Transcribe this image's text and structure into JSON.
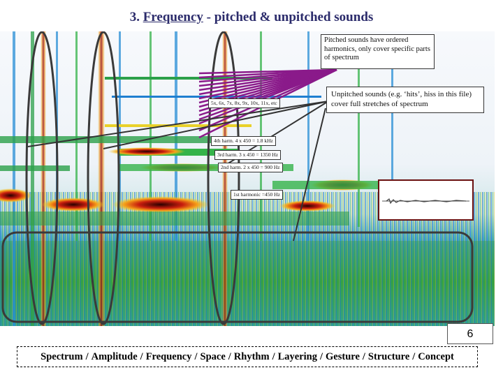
{
  "slide": {
    "title_number": "3.",
    "title_link": "Frequency",
    "title_rest": "- pitched & unpitched sounds",
    "page_number": "6"
  },
  "callouts": {
    "pitched": "Pitched sounds have ordered harmonics, only cover specific parts of spectrum",
    "unpitched": "Unpitched sounds (e.g. ‘hits’, hiss in this file) cover full stretches of spectrum"
  },
  "harmonic_labels": {
    "upper": "5x, 6x, 7x, 8x, 9x, 10x, 11x, etc",
    "fourth": "4th harm. 4 x 450 = 1.8 kHz",
    "third": "3rd harm. 3 x 450 = 1350 Hz",
    "second": "2nd harm. 2 x 450 = 900 Hz",
    "first": "1st harmonic =450 Hz"
  },
  "navigation": {
    "items": [
      "Spectrum",
      "Amplitude",
      "Frequency",
      "Space",
      "Rhythm",
      "Layering",
      "Gesture",
      "Structure",
      "Concept"
    ],
    "separator": "/"
  }
}
